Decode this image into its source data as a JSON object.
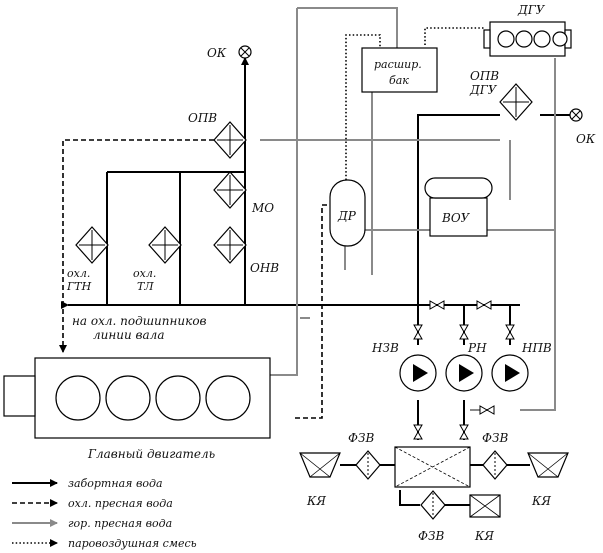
{
  "labels": {
    "ok_top": "ОК",
    "ok_right": "ОК",
    "opv_main": "ОПВ",
    "mo": "МО",
    "onv": "ОНВ",
    "ohl_gtn_1": "охл.",
    "ohl_gtn_2": "ГТН",
    "ohl_tl_1": "охл.",
    "ohl_tl_2": "ТЛ",
    "bearings_1": "на охл. подшипников",
    "bearings_2": "линии вала",
    "dgu": "ДГУ",
    "expansion_1": "расшир.",
    "expansion_2": "бак",
    "opv_dgu_1": "ОПВ",
    "opv_dgu_2": "ДГУ",
    "dr": "ДР",
    "vou": "ВОУ",
    "nzv": "НЗВ",
    "rn": "РН",
    "npv": "НПВ",
    "main_engine": "Главный двигатель",
    "fzv_left": "ФЗВ",
    "fzv_right": "ФЗВ",
    "fzv_bottom": "ФЗВ",
    "kya_left": "КЯ",
    "kya_right": "КЯ",
    "kya_bottom": "КЯ"
  },
  "legend": [
    {
      "style": "solid",
      "color": "#000000",
      "label": "забортная вода"
    },
    {
      "style": "dashed",
      "color": "#000000",
      "label": "охл. пресная вода"
    },
    {
      "style": "solid",
      "color": "#8a8a8a",
      "label": "гор. пресная вода"
    },
    {
      "style": "dotted",
      "color": "#000000",
      "label": "паровоздушная смесь"
    }
  ],
  "colors": {
    "seawater": "#000000",
    "cooled_freshwater": "#000000",
    "hot_freshwater": "#8a8a8a",
    "steam_air": "#000000"
  }
}
